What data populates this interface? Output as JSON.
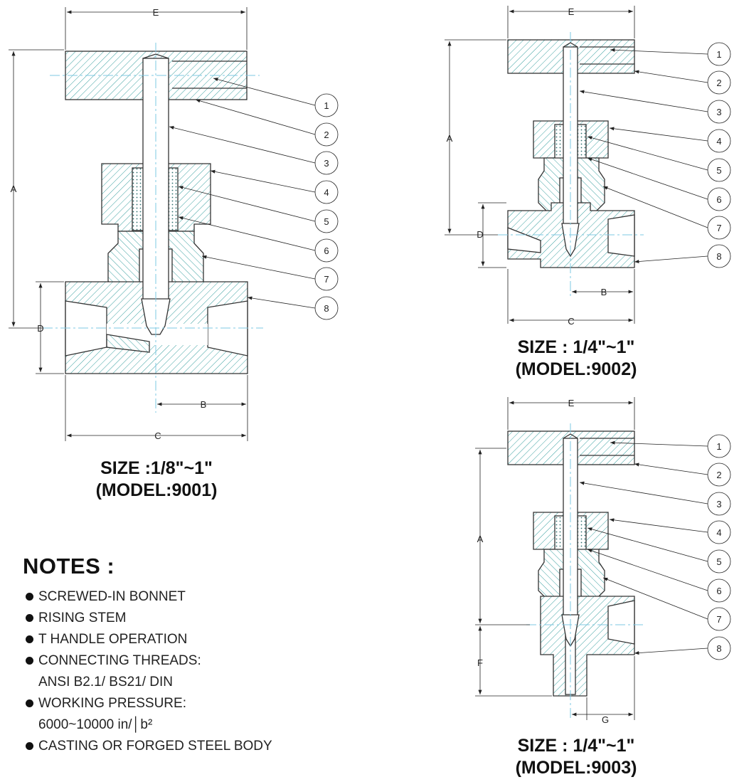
{
  "dimension_labels": {
    "A": "A",
    "B": "B",
    "C": "C",
    "D": "D",
    "E": "E",
    "F": "F",
    "G": "G"
  },
  "callout_numbers": [
    "1",
    "2",
    "3",
    "4",
    "5",
    "6",
    "7",
    "8"
  ],
  "models": [
    {
      "size": "SIZE :1/8\"~1\"",
      "model": "(MODEL:9001)"
    },
    {
      "size": "SIZE : 1/4\"~1\"",
      "model": "(MODEL:9002)"
    },
    {
      "size": "SIZE : 1/4\"~1\"",
      "model": "(MODEL:9003)"
    }
  ],
  "notes": {
    "title": "NOTES :",
    "items": [
      {
        "text": "SCREWED-IN BONNET"
      },
      {
        "text": "RISING STEM"
      },
      {
        "text": "T HANDLE OPERATION"
      },
      {
        "text": "CONNECTING THREADS:",
        "cont": "ANSI B2.1/ BS21/ DIN"
      },
      {
        "text": "WORKING PRESSURE:",
        "cont": "6000~10000 in/│b²"
      },
      {
        "text": "CASTING OR FORGED STEEL BODY"
      }
    ]
  },
  "colors": {
    "hatch": "#3aa0a0",
    "line": "#333333",
    "centerline": "#7ec8e3",
    "screen_dots": "#2c6f6f"
  }
}
